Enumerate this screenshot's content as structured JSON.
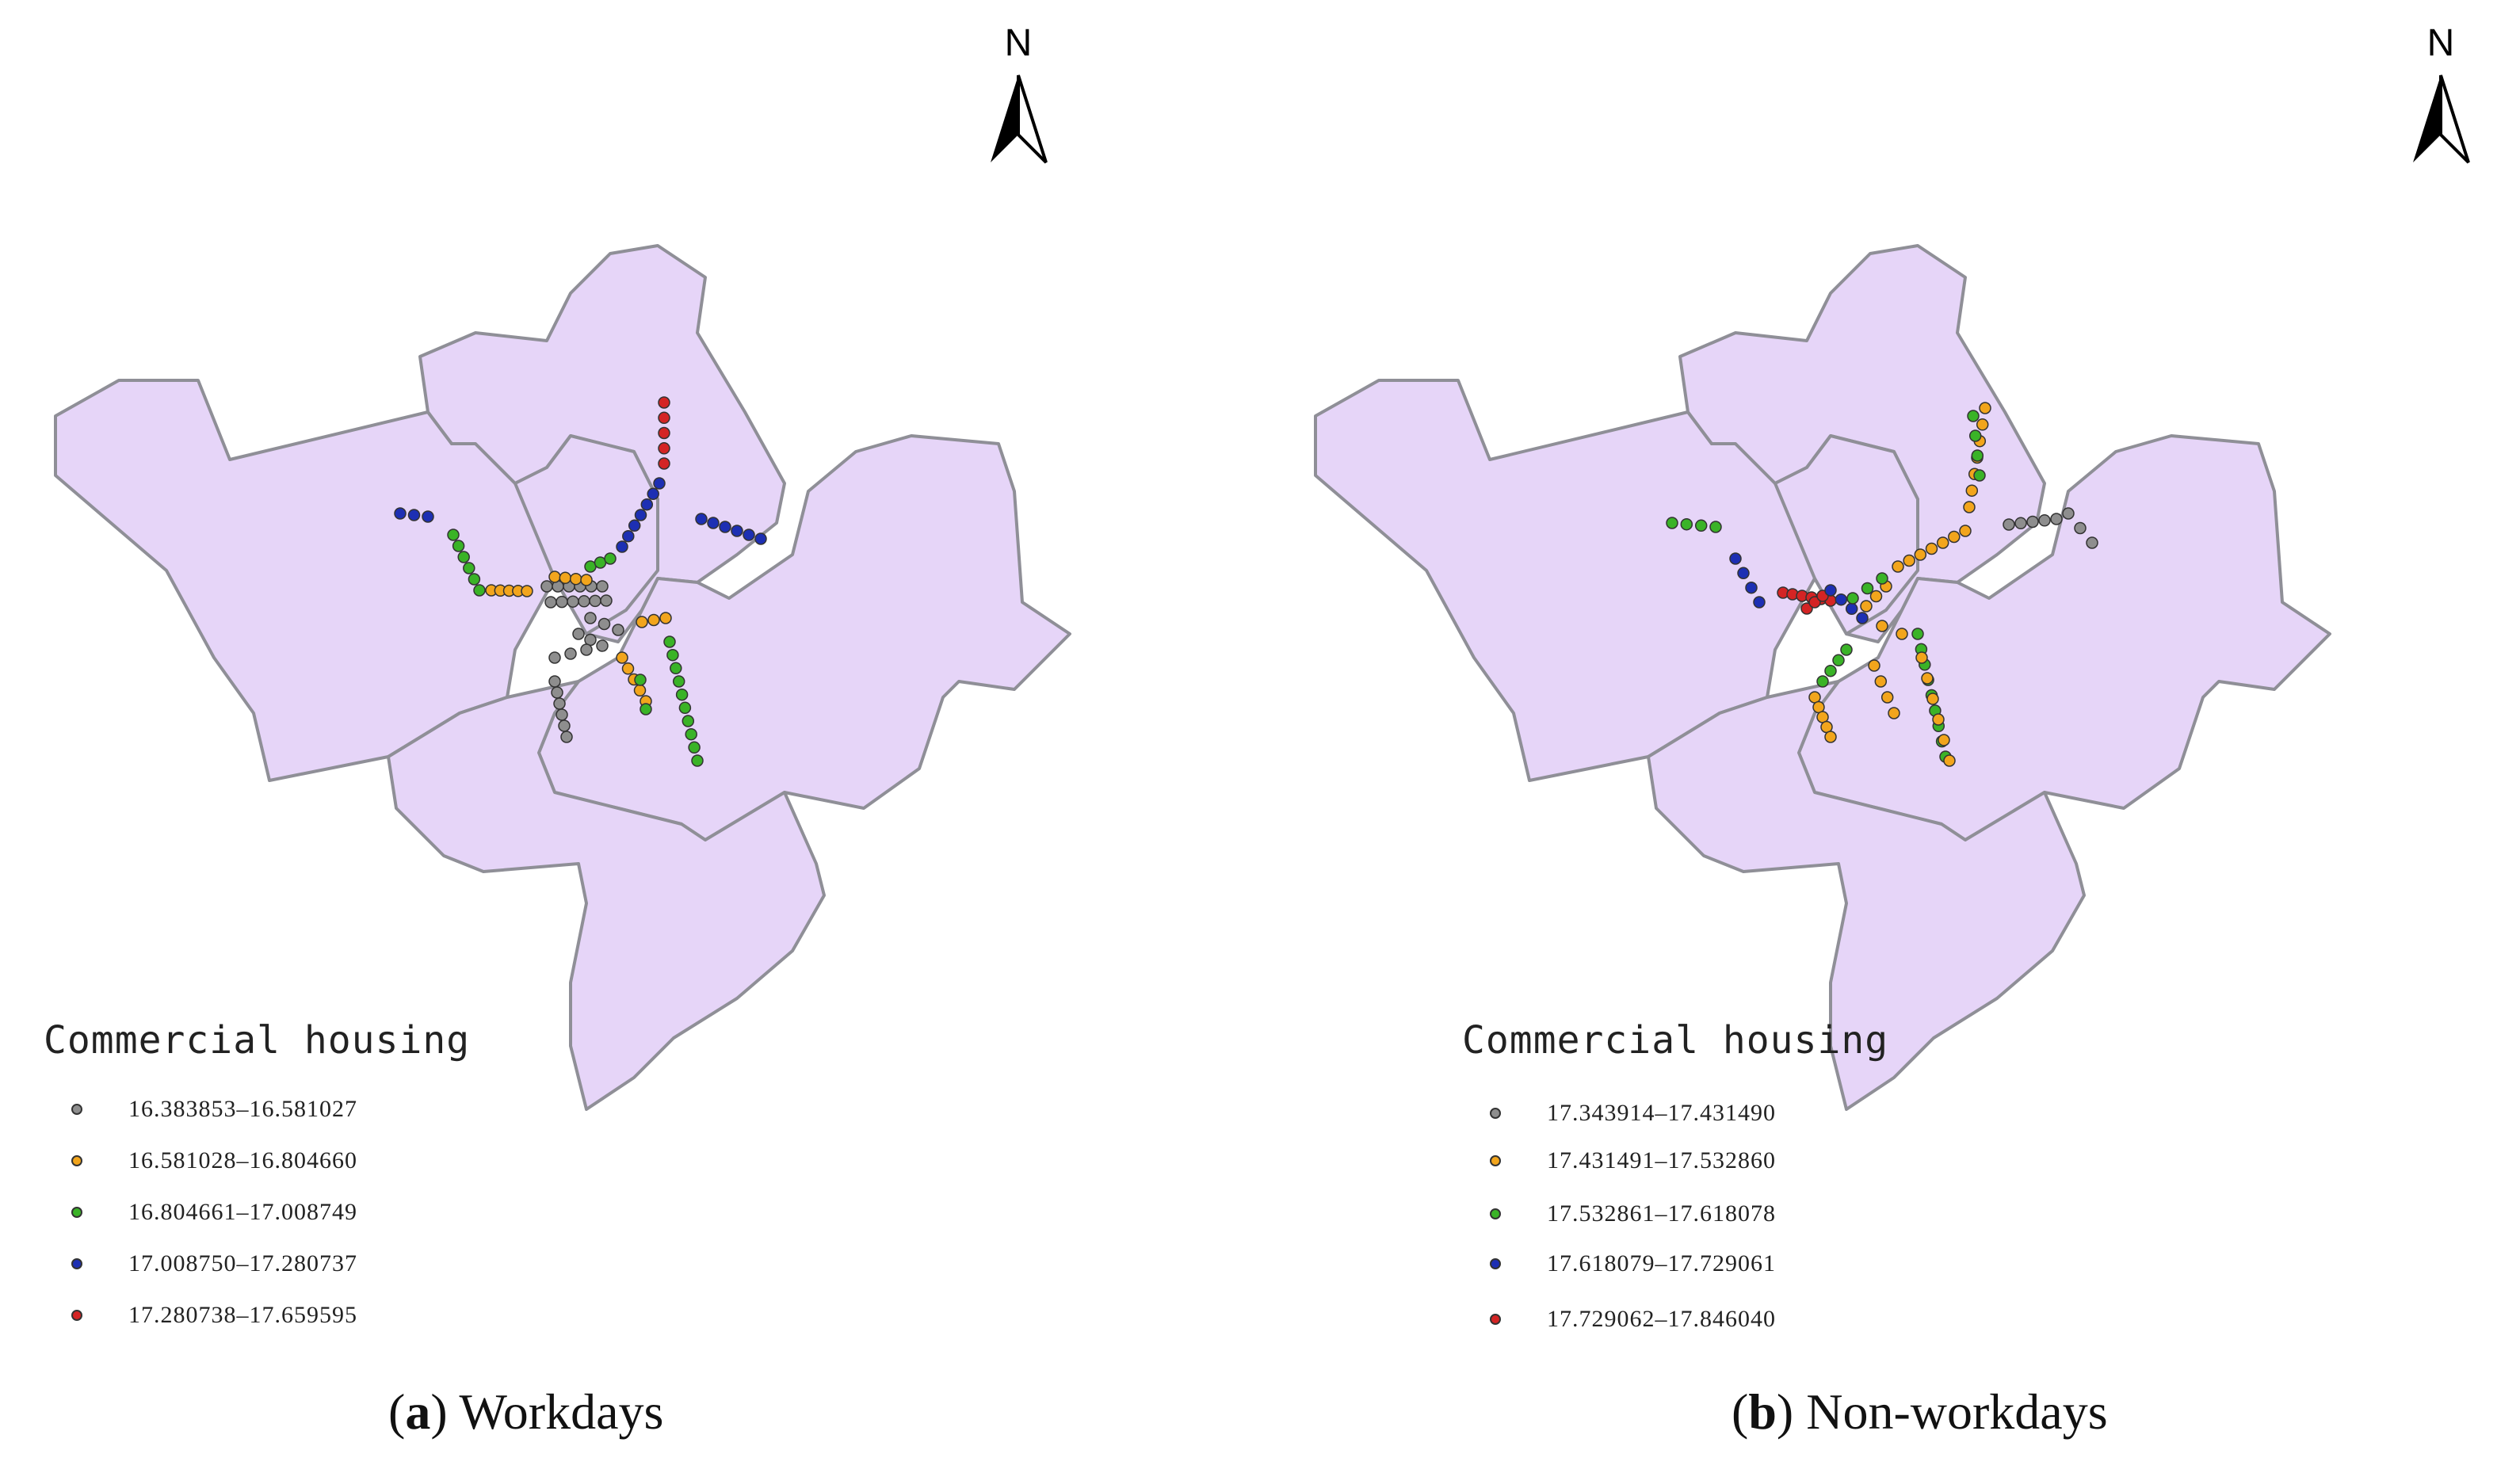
{
  "north_label": "N",
  "legend_title": "Commercial housing",
  "colors": {
    "land_fill": "#e6d5f8",
    "land_stroke": "#8f8f97",
    "gray": "#8e8e8e",
    "orange": "#f2a51c",
    "green": "#3ab327",
    "blue": "#1d2fb3",
    "red": "#d42424"
  },
  "panels": [
    {
      "caption_letter": "a",
      "caption_open": "(",
      "caption_close": ")",
      "caption_text": " Workdays",
      "legend": [
        {
          "label": "16.383853–16.581027",
          "color": "gray"
        },
        {
          "label": "16.581028–16.804660",
          "color": "orange"
        },
        {
          "label": "16.804661–17.008749",
          "color": "green"
        },
        {
          "label": "17.008750–17.280737",
          "color": "blue"
        },
        {
          "label": "17.280738–17.659595",
          "color": "red"
        }
      ]
    },
    {
      "caption_letter": "b",
      "caption_open": "(",
      "caption_close": ")",
      "caption_text": " Non-workdays",
      "legend": [
        {
          "label": "17.343914–17.431490",
          "color": "gray"
        },
        {
          "label": "17.431491–17.532860",
          "color": "orange"
        },
        {
          "label": "17.532861–17.618078",
          "color": "green"
        },
        {
          "label": "17.618079–17.729061",
          "color": "blue"
        },
        {
          "label": "17.729062–17.846040",
          "color": "red"
        }
      ]
    }
  ]
}
